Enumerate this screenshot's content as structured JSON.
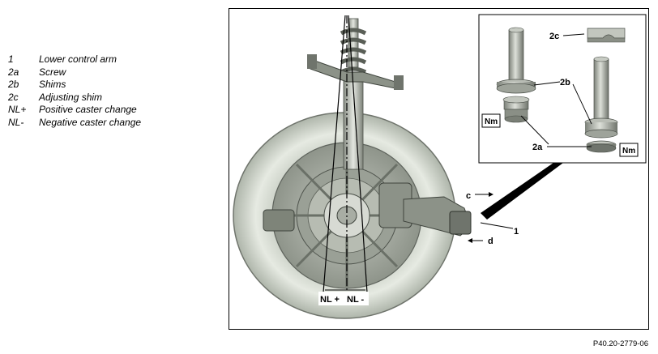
{
  "legend": {
    "items": [
      {
        "key": "1",
        "text": "Lower control arm"
      },
      {
        "key": "2a",
        "text": "Screw"
      },
      {
        "key": "2b",
        "text": "Shims"
      },
      {
        "key": "2c",
        "text": "Adjusting shim"
      },
      {
        "key": "NL+",
        "text": "Positive caster change"
      },
      {
        "key": "NL-",
        "text": "Negative caster change"
      }
    ]
  },
  "figure": {
    "labels": {
      "l1": "1",
      "l2a": "2a",
      "l2b": "2b",
      "l2c": "2c",
      "c": "c",
      "d": "d",
      "nl_plus": "NL +",
      "nl_minus": "NL -",
      "nm": "Nm"
    }
  },
  "caption": "P40.20-2779-06"
}
